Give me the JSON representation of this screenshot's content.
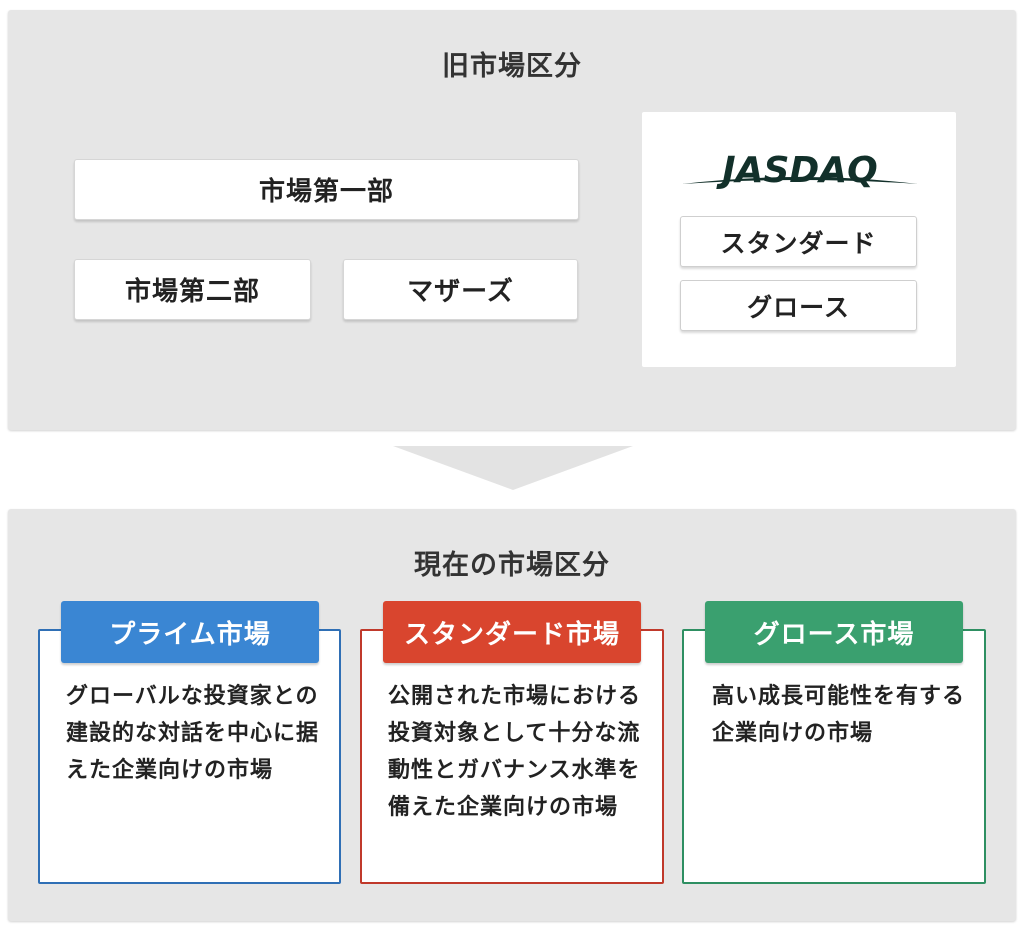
{
  "old_market": {
    "title": "旧市場区分",
    "first_section": "市場第一部",
    "second_section": "市場第二部",
    "mothers": "マザーズ",
    "jasdaq": {
      "logo_text": "JASDAQ",
      "standard": "スタンダード",
      "growth": "グロース"
    }
  },
  "new_market": {
    "title": "現在の市場区分",
    "segments": [
      {
        "label": "プライム市場",
        "description": "グローバルな投資家との建設的な対話を中心に据えた企業向けの市場",
        "color": "#3a86d3"
      },
      {
        "label": "スタンダード市場",
        "description": "公開された市場における投資対象として十分な流動性とガバナンス水準を備えた企業向けの市場",
        "color": "#d9452e"
      },
      {
        "label": "グロース市場",
        "description": "高い成長可能性を有する企業向けの市場",
        "color": "#3aa06f"
      }
    ]
  }
}
